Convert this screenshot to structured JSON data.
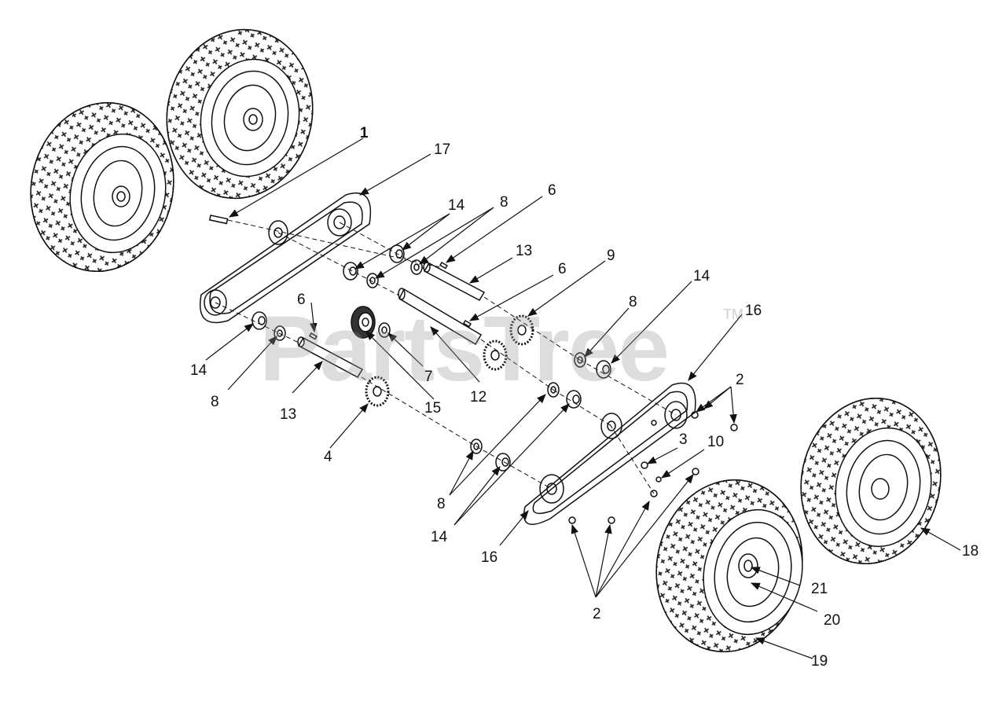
{
  "watermark": {
    "text": "PartsTree",
    "tm": "TM"
  },
  "callouts": [
    {
      "id": "c1",
      "text": "1"
    },
    {
      "id": "c17",
      "text": "17"
    },
    {
      "id": "c14a",
      "text": "14"
    },
    {
      "id": "c8a",
      "text": "8"
    },
    {
      "id": "c6a",
      "text": "6"
    },
    {
      "id": "c13a",
      "text": "13"
    },
    {
      "id": "c9",
      "text": "9"
    },
    {
      "id": "c6b",
      "text": "6"
    },
    {
      "id": "c14b",
      "text": "14"
    },
    {
      "id": "c8b",
      "text": "8"
    },
    {
      "id": "c16a",
      "text": "16"
    },
    {
      "id": "c6c",
      "text": "6"
    },
    {
      "id": "c14c",
      "text": "14"
    },
    {
      "id": "c8c",
      "text": "8"
    },
    {
      "id": "c13b",
      "text": "13"
    },
    {
      "id": "c15",
      "text": "15"
    },
    {
      "id": "c7",
      "text": "7"
    },
    {
      "id": "c12",
      "text": "12"
    },
    {
      "id": "c4",
      "text": "4"
    },
    {
      "id": "c2a",
      "text": "2"
    },
    {
      "id": "c3",
      "text": "3"
    },
    {
      "id": "c10",
      "text": "10"
    },
    {
      "id": "c8d",
      "text": "8"
    },
    {
      "id": "c14d",
      "text": "14"
    },
    {
      "id": "c16b",
      "text": "16"
    },
    {
      "id": "c2b",
      "text": "2"
    },
    {
      "id": "c21",
      "text": "21"
    },
    {
      "id": "c20",
      "text": "20"
    },
    {
      "id": "c18",
      "text": "18"
    },
    {
      "id": "c19",
      "text": "19"
    }
  ]
}
